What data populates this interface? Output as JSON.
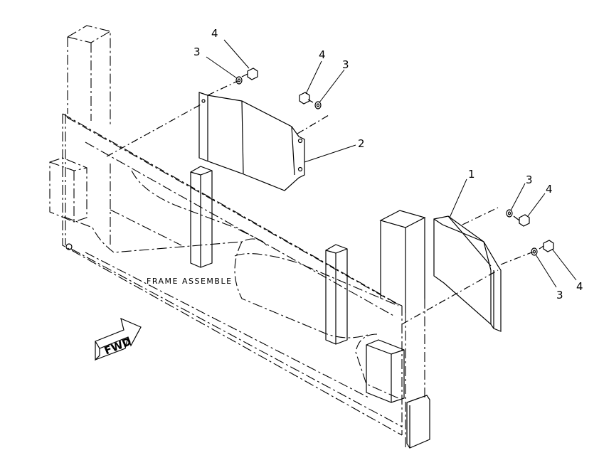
{
  "diagram": {
    "frame_label": "FRAME ASSEMBLE",
    "direction_label": "FWD",
    "callouts": [
      {
        "id": "c4-top-left",
        "text": "4"
      },
      {
        "id": "c3-top-left",
        "text": "3"
      },
      {
        "id": "c4-top-mid",
        "text": "4"
      },
      {
        "id": "c3-top-mid",
        "text": "3"
      },
      {
        "id": "c2",
        "text": "2"
      },
      {
        "id": "c1",
        "text": "1"
      },
      {
        "id": "c3-right-upper",
        "text": "3"
      },
      {
        "id": "c4-right-upper",
        "text": "4"
      },
      {
        "id": "c3-right-lower",
        "text": "3"
      },
      {
        "id": "c4-right-lower",
        "text": "4"
      }
    ]
  }
}
